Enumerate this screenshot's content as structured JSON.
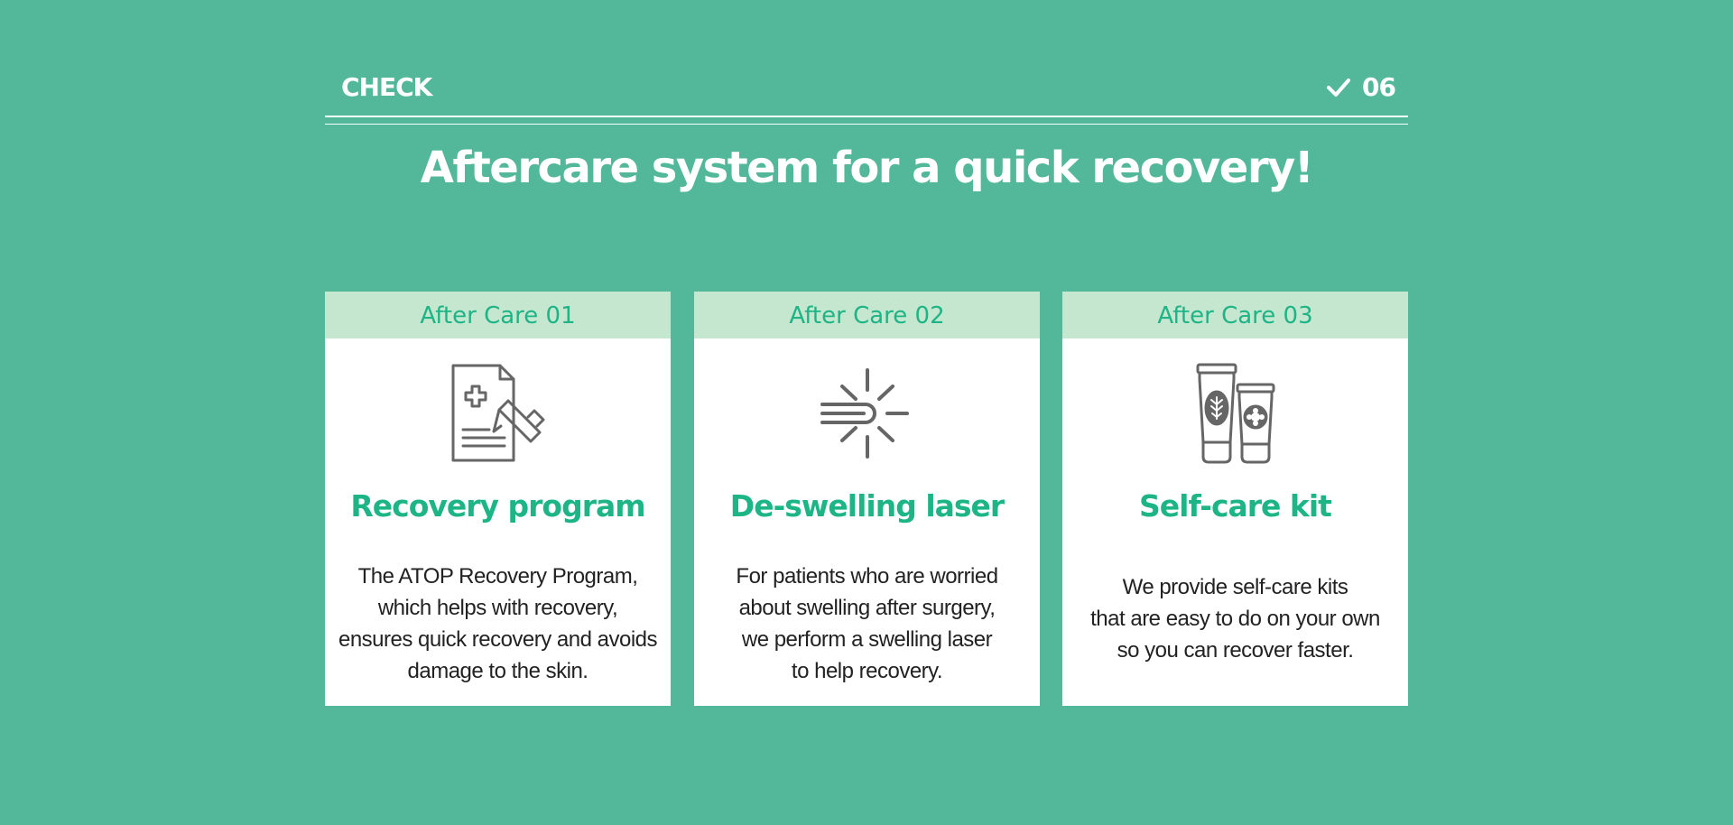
{
  "header": {
    "label": "CHECK",
    "number": "06"
  },
  "title": "Aftercare system for a quick recovery!",
  "cards": [
    {
      "head": "After Care 01",
      "icon": "medical-document-pen-icon",
      "title": "Recovery program",
      "lines": [
        "The ATOP Recovery Program,",
        "which helps with recovery,",
        "ensures quick recovery and avoids",
        "damage to the skin."
      ]
    },
    {
      "head": "After Care 02",
      "icon": "laser-burst-icon",
      "title": "De-swelling laser",
      "lines": [
        "For patients who are worried",
        "about swelling after surgery,",
        "we perform a swelling laser",
        "to help recovery."
      ]
    },
    {
      "head": "After Care 03",
      "icon": "cosmetic-tubes-icon",
      "title": "Self-care kit",
      "lines": [
        "We provide self-care kits",
        "that are easy to do on your own",
        "so you can recover faster."
      ]
    }
  ],
  "colors": {
    "background": "#53b899",
    "accent": "#1db586",
    "card_header": "#c5e6cf",
    "icon": "#666666"
  }
}
